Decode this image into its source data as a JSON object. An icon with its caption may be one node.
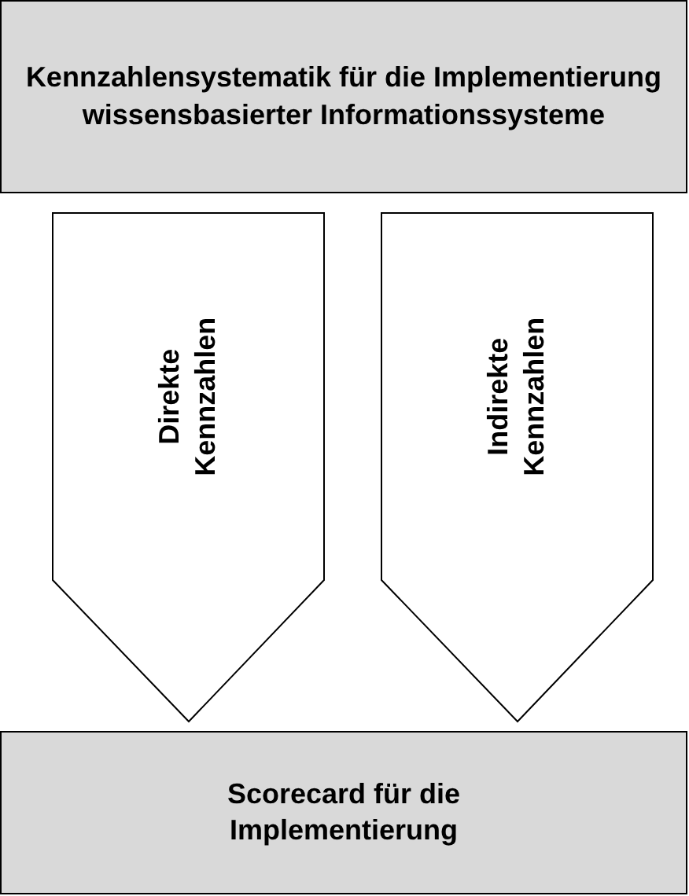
{
  "diagram": {
    "nodes": [
      {
        "text": [
          "Kennzahlensystematik für die Implementierung wissensbasierter Informationssysteme"
        ]
      },
      {
        "text": [
          "Direkte Kennzahlen"
        ]
      },
      {
        "text": [
          "Indirekte Kennzahlen"
        ]
      },
      {
        "text": [
          "Scorecard für die Implementierung"
        ]
      }
    ]
  }
}
